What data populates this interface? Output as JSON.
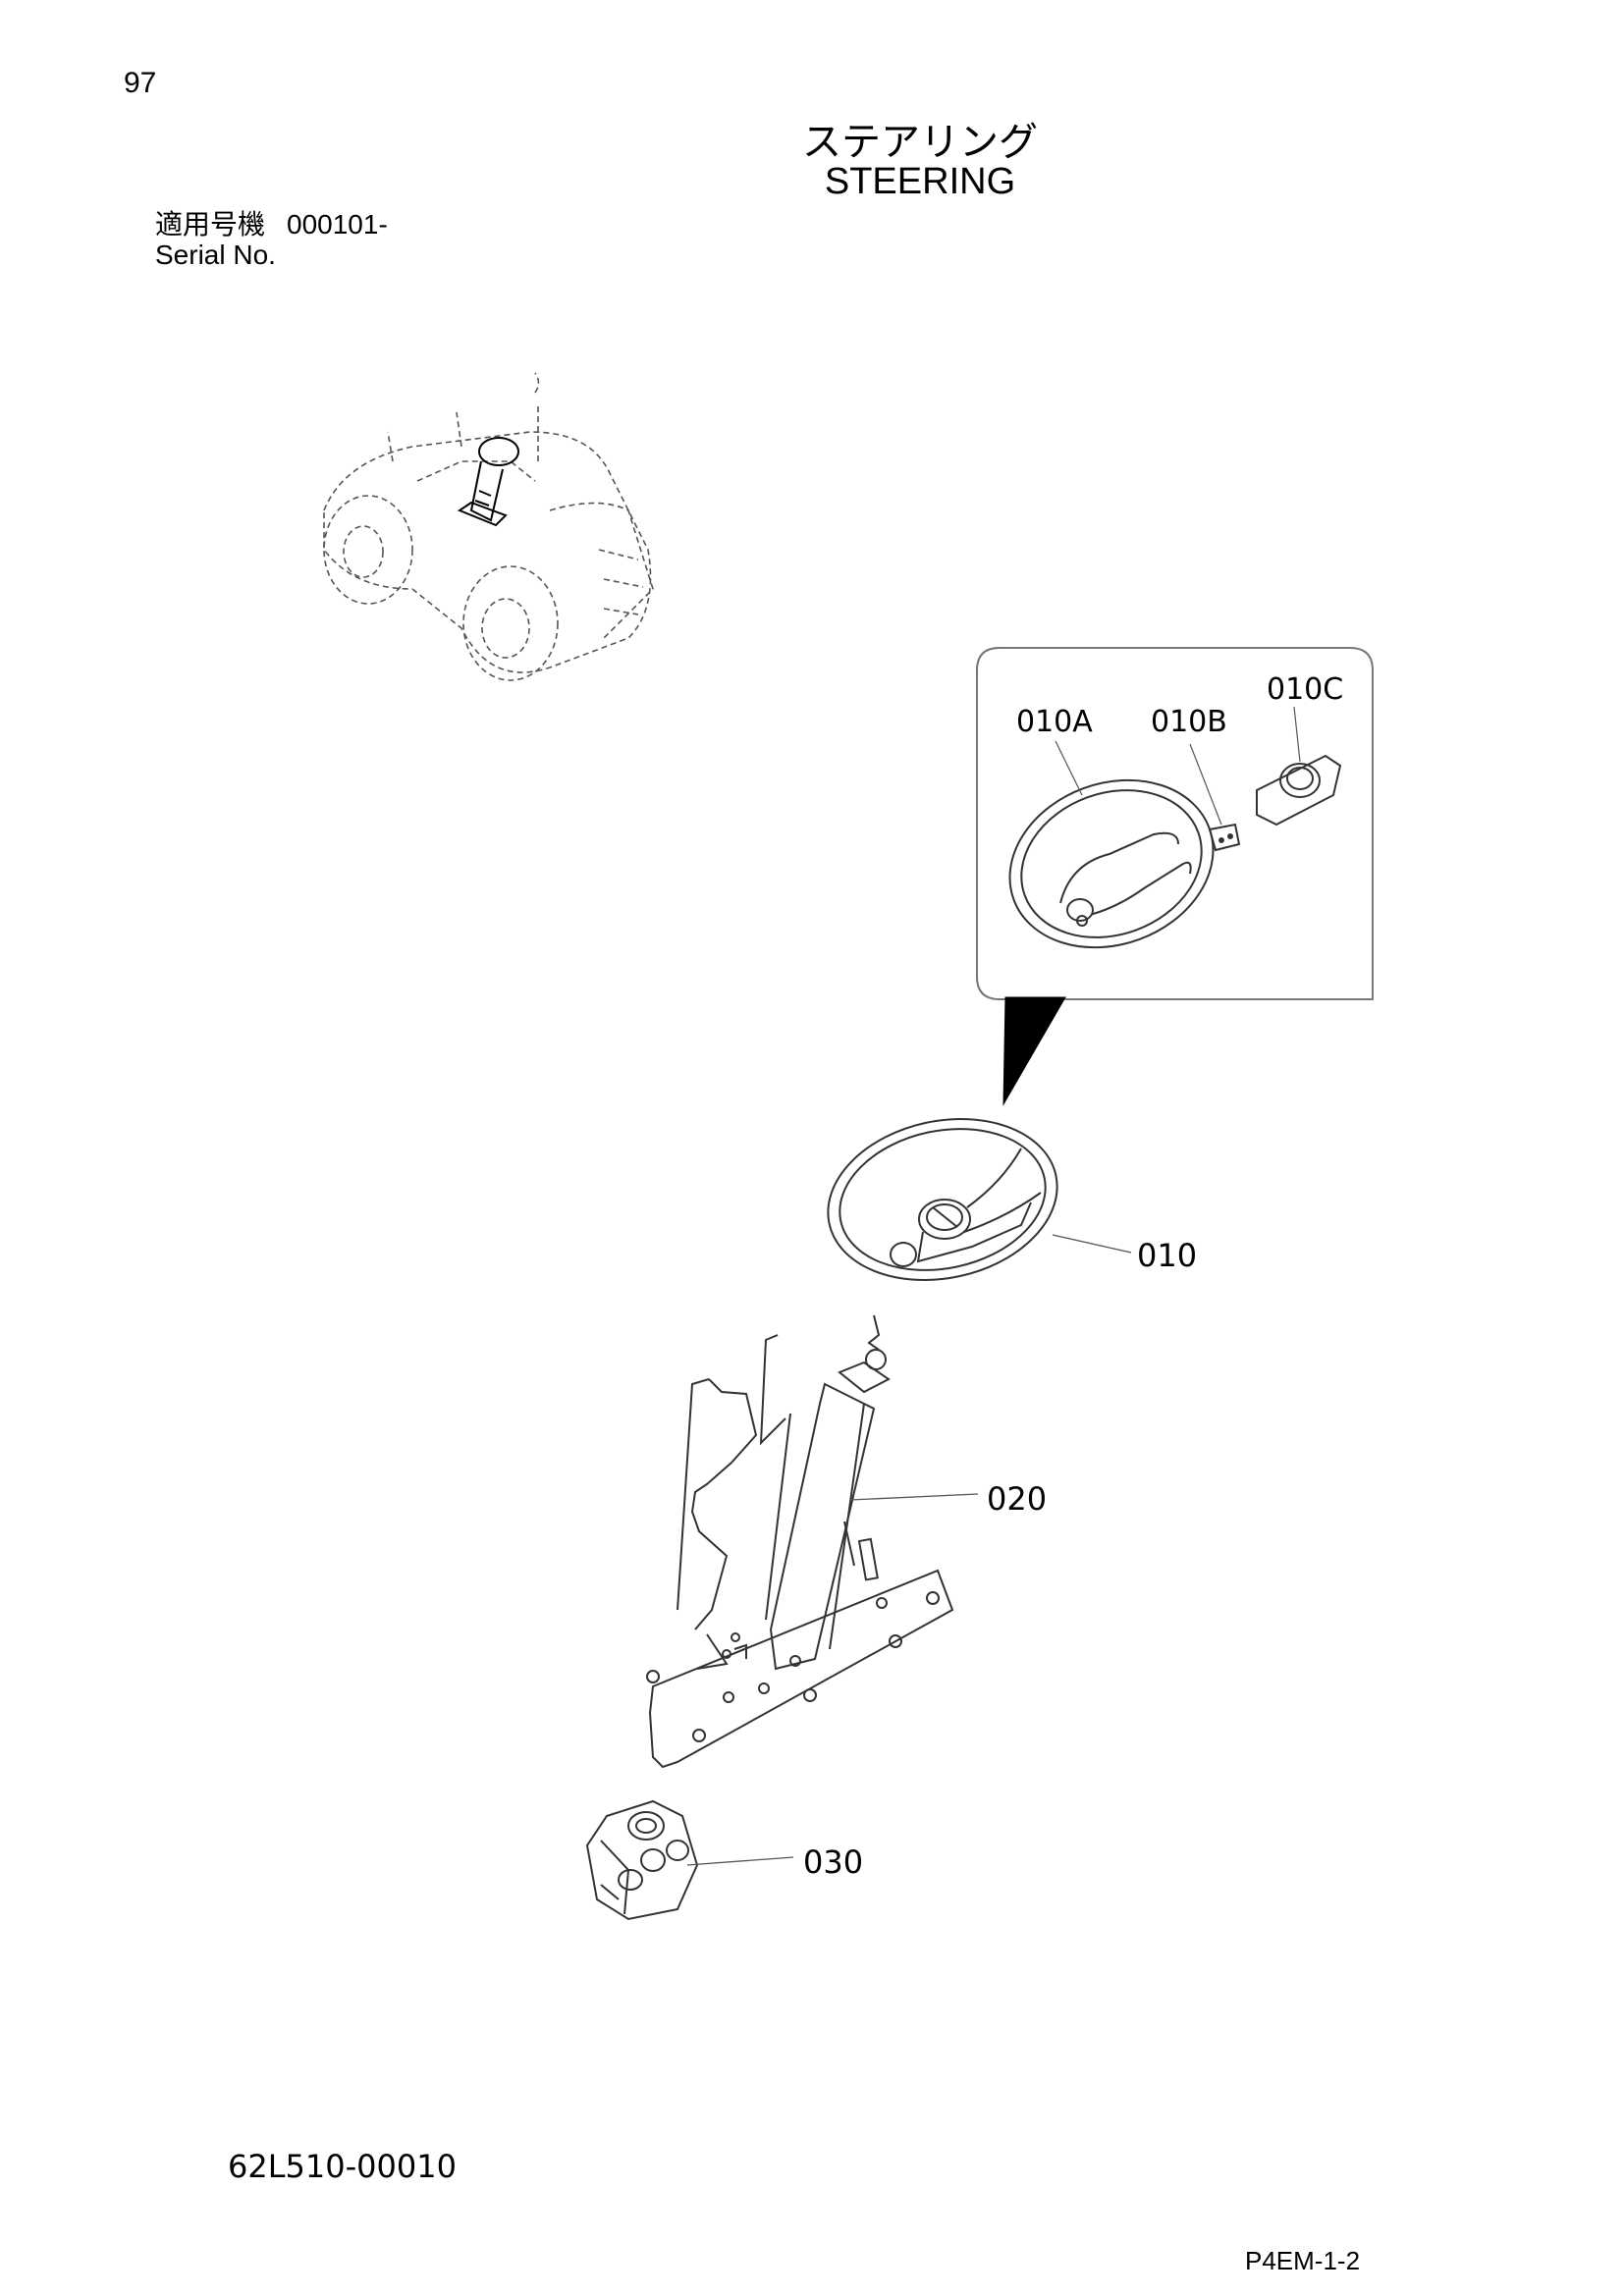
{
  "header": {
    "page_number": "97",
    "title_jp": "ステアリング",
    "title_en": "STEERING",
    "serial_label_jp": "適用号機",
    "serial_value": "000101-",
    "serial_label_en": "Serial No."
  },
  "callouts": {
    "part_010A": "010A",
    "part_010B": "010B",
    "part_010C": "010C",
    "part_010": "010",
    "part_020": "020",
    "part_030": "030"
  },
  "footer": {
    "doc_number": "62L510-00010",
    "page_code": "P4EM-1-2"
  }
}
